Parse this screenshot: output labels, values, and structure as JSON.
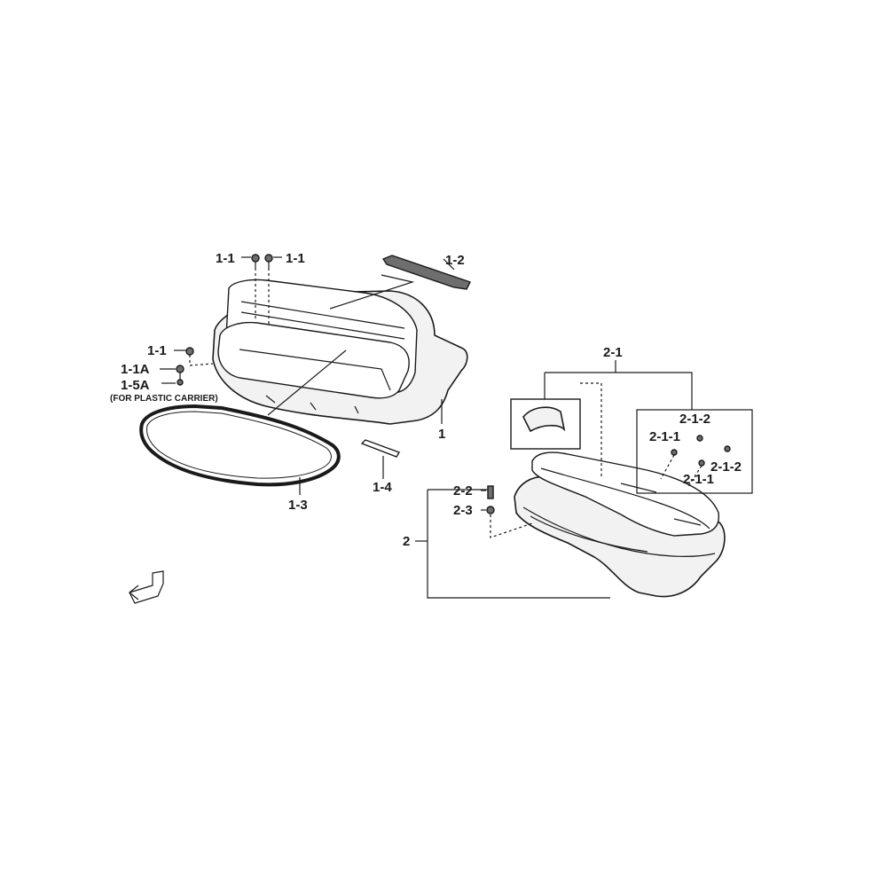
{
  "labels": {
    "l_1_1_a": "1-1",
    "l_1_1_b": "1-1",
    "l_1_2": "1-2",
    "l_1_1_c": "1-1",
    "l_1_1A": "1-1A",
    "l_1_5A": "1-5A",
    "note_carrier": "(FOR PLASTIC CARRIER)",
    "l_1": "1",
    "l_1_3": "1-3",
    "l_1_4": "1-4",
    "l_2_1": "2-1",
    "l_2_1_2_a": "2-1-2",
    "l_2_1_1_a": "2-1-1",
    "l_2_1_2_b": "2-1-2",
    "l_2_1_1_b": "2-1-1",
    "l_2_2": "2-2",
    "l_2_3": "2-3",
    "l_2": "2"
  }
}
